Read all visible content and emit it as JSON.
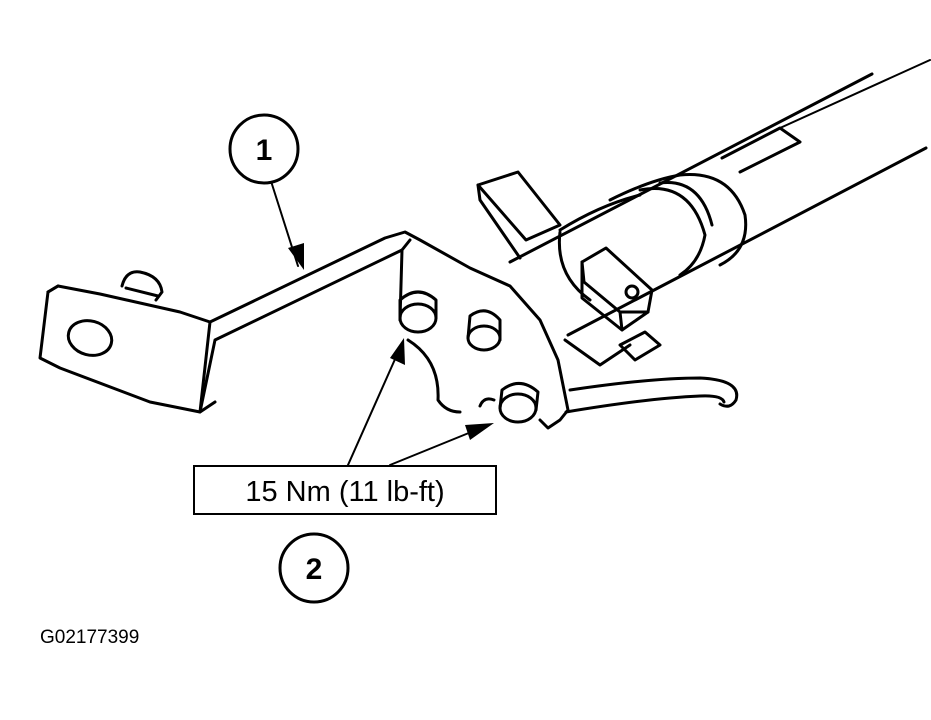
{
  "callouts": [
    {
      "number": "1"
    },
    {
      "number": "2"
    }
  ],
  "torque_spec": "15 Nm (11 lb-ft)",
  "figure_id": "G02177399",
  "colors": {
    "ink": "#000000",
    "paper": "#ffffff"
  }
}
